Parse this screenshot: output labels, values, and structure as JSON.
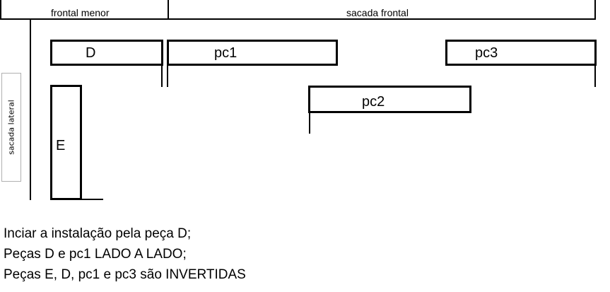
{
  "header": {
    "frontal_menor": "frontal menor",
    "sacada_frontal": "sacada frontal"
  },
  "side": {
    "sacada_lateral": "sacada lateral"
  },
  "pieces": {
    "d": "D",
    "pc1": "pc1",
    "pc3": "pc3",
    "pc2": "pc2",
    "e": "E"
  },
  "notes": [
    "Inciar a instalação pela peça D;",
    "Peças D e pc1 LADO A LADO;",
    "Peças E, D, pc1 e pc3 são INVERTIDAS"
  ]
}
